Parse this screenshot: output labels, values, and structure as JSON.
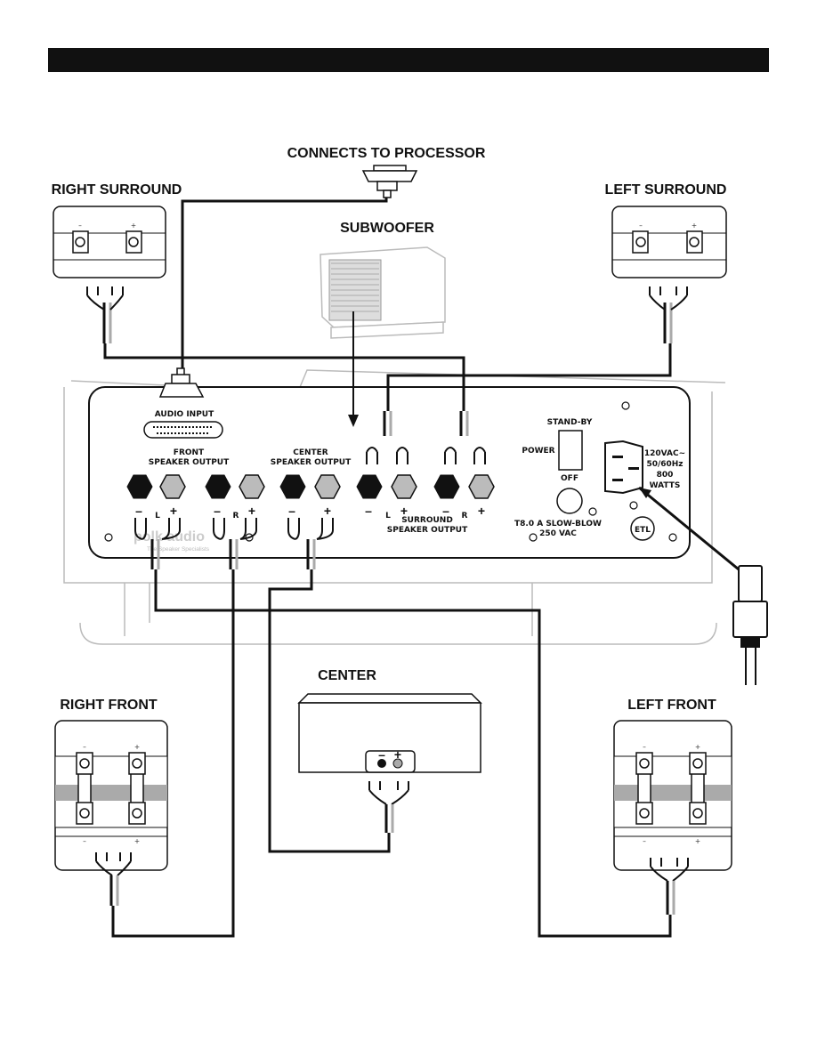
{
  "labels": {
    "processor": "CONNECTS TO PROCESSOR",
    "right_surround": "RIGHT SURROUND",
    "left_surround": "LEFT SURROUND",
    "subwoofer": "SUBWOOFER",
    "right_front": "RIGHT FRONT",
    "left_front": "LEFT FRONT",
    "center": "CENTER"
  },
  "panel": {
    "audio_input": "AUDIO INPUT",
    "front_out_1": "FRONT",
    "front_out_2": "SPEAKER OUTPUT",
    "center_out_1": "CENTER",
    "center_out_2": "SPEAKER OUTPUT",
    "surround_out_1": "SURROUND",
    "surround_out_2": "SPEAKER OUTPUT",
    "standby": "STAND-BY",
    "power": "POWER",
    "off": "OFF",
    "fuse_1": "T8.0 A SLOW-BLOW",
    "fuse_2": "250 VAC",
    "ac_1": "120VAC~",
    "ac_2": "50/60Hz",
    "ac_3": "800",
    "ac_4": "WATTS",
    "brand": "polk audio",
    "tagline": "The Speaker Specialists",
    "etl": "ETL",
    "left_ch": "L",
    "right_ch": "R",
    "minus": "–",
    "plus": "+"
  }
}
